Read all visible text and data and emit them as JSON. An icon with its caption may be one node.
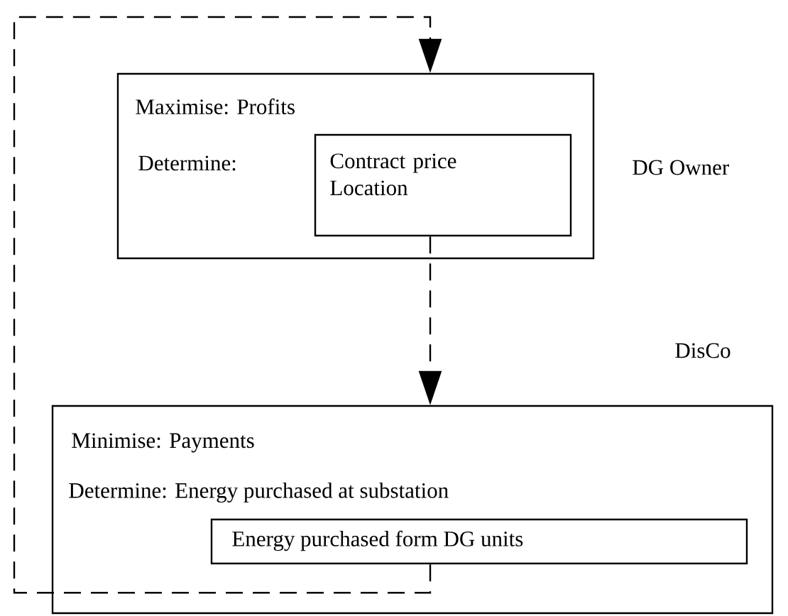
{
  "diagram": {
    "nodes": [
      {
        "text": [
          "Maximise: Profits",
          "Determine:"
        ],
        "beside": [
          "DG Owner"
        ]
      },
      {
        "text": [
          "Contract price Location"
        ],
        "in": 0
      },
      {
        "text": [
          "Minimise: Payments",
          "Determine: Energy purchased at substation"
        ],
        "beside": [
          "DisCo"
        ]
      },
      {
        "text": [
          "Energy purchased form DG units"
        ],
        "in": 2
      }
    ],
    "edges": [
      {
        "from": 1,
        "to": 2,
        "arrow": "to",
        "style": "dashed"
      },
      {
        "from": 3,
        "to": 0,
        "arrow": "to",
        "style": "dashed"
      }
    ]
  }
}
